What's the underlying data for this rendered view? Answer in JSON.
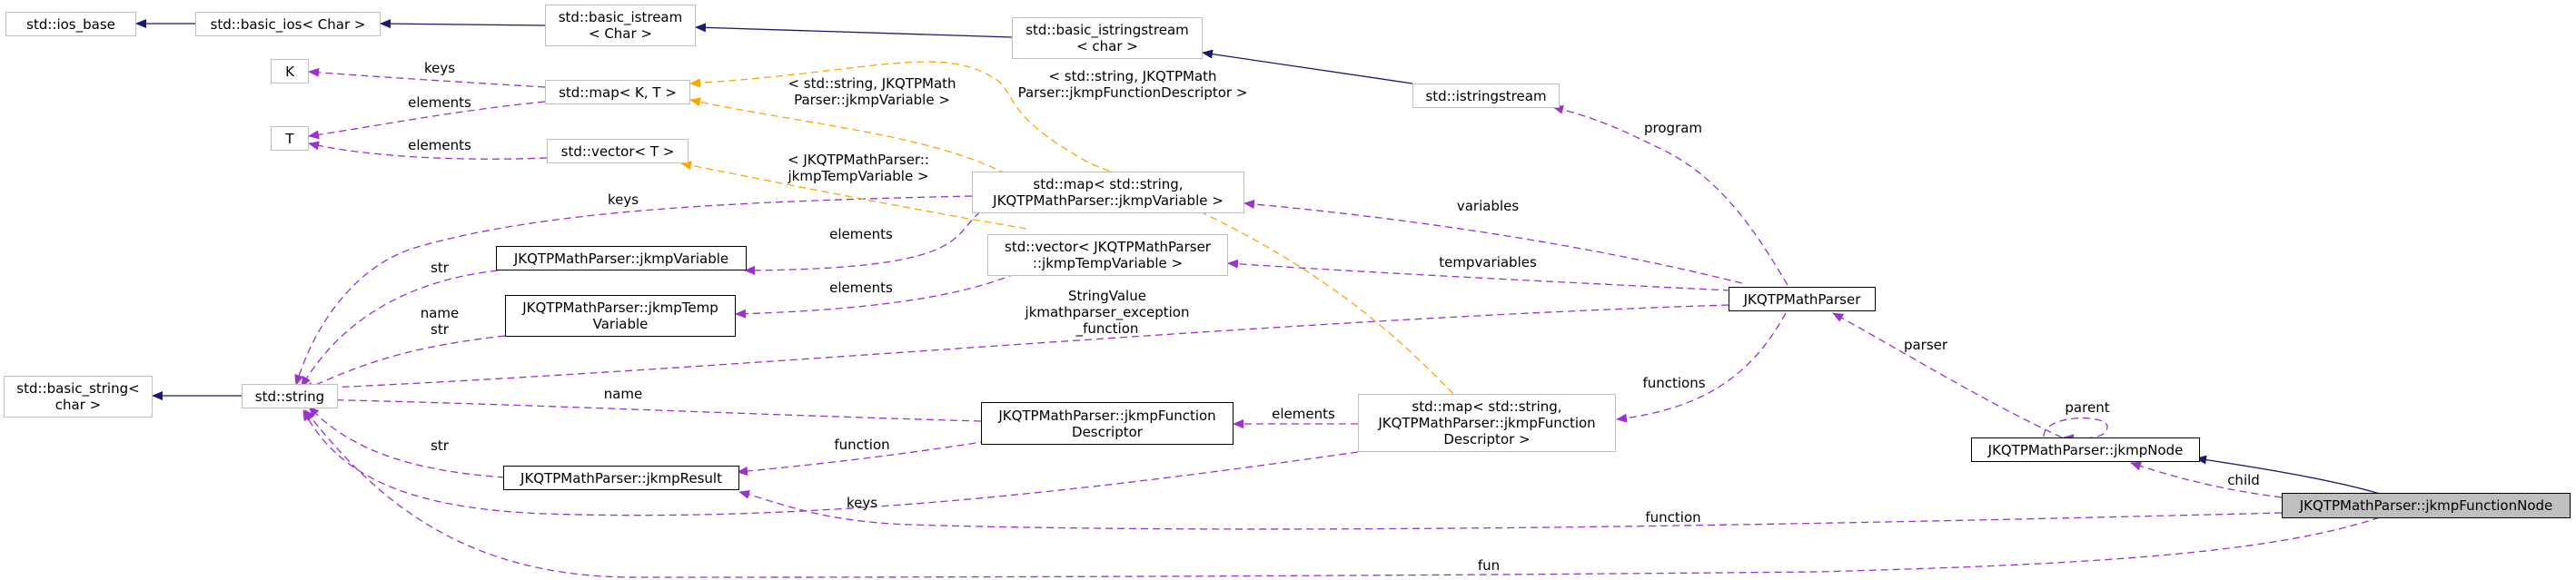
{
  "diagram": {
    "type": "doxygen-collaboration-graph",
    "colors": {
      "inheritance_edge": "#191970",
      "usage_edge": "#9a32cd",
      "template_edge": "#ffa500",
      "gray_border": "#bfbfbf",
      "focus_fill": "#bfbfbf"
    },
    "nodes": {
      "ios_base": "std::ios_base",
      "basic_ios": "std::basic_ios< Char >",
      "basic_istream": "std::basic_istream\n< Char >",
      "basic_istringstream": "std::basic_istringstream\n< char >",
      "istringstream": "std::istringstream",
      "K": "K",
      "T": "T",
      "map_KT": "std::map< K, T >",
      "vector_T": "std::vector< T >",
      "map_var": "std::map< std::string,\nJKQTPMathParser::jkmpVariable >",
      "vector_temp": "std::vector< JKQTPMathParser\n::jkmpTempVariable >",
      "jkmpVariable": "JKQTPMathParser::jkmpVariable",
      "jkmpTempVariable": "JKQTPMathParser::jkmpTemp\nVariable",
      "basic_string": "std::basic_string<\nchar >",
      "string": "std::string",
      "jkmpResult": "JKQTPMathParser::jkmpResult",
      "funcDescriptor": "JKQTPMathParser::jkmpFunction\nDescriptor",
      "map_func": "std::map< std::string,\nJKQTPMathParser::jkmpFunction\nDescriptor >",
      "parser": "JKQTPMathParser",
      "jkmpNode": "JKQTPMathParser::jkmpNode",
      "funcNode": "JKQTPMathParser::jkmpFunctionNode"
    },
    "edge_labels": {
      "keys_K": "keys",
      "elements_mapT": "elements",
      "elements_vecT": "elements",
      "tmpl_map_var": "< std::string, JKQTPMath\nParser::jkmpVariable >",
      "tmpl_map_func": "< std::string, JKQTPMath\nParser::jkmpFunctionDescriptor >",
      "tmpl_vector_temp": "< JKQTPMathParser::\njkmpTempVariable >",
      "keys_map_var": "keys",
      "elements_var": "elements",
      "elements_temp": "elements",
      "str_var": "str",
      "name_str_temp": "name\nstr",
      "name_fd": "name",
      "str_result": "str",
      "function_fd": "function",
      "keys_map_func": "keys",
      "stringvalue": "StringValue\njkmathparser_exception\n_function",
      "program": "program",
      "variables": "variables",
      "tempvariables": "tempvariables",
      "functions": "functions",
      "elements_fd": "elements",
      "parser": "parser",
      "parent": "parent",
      "child": "child",
      "function_result": "function",
      "fun": "fun"
    }
  }
}
